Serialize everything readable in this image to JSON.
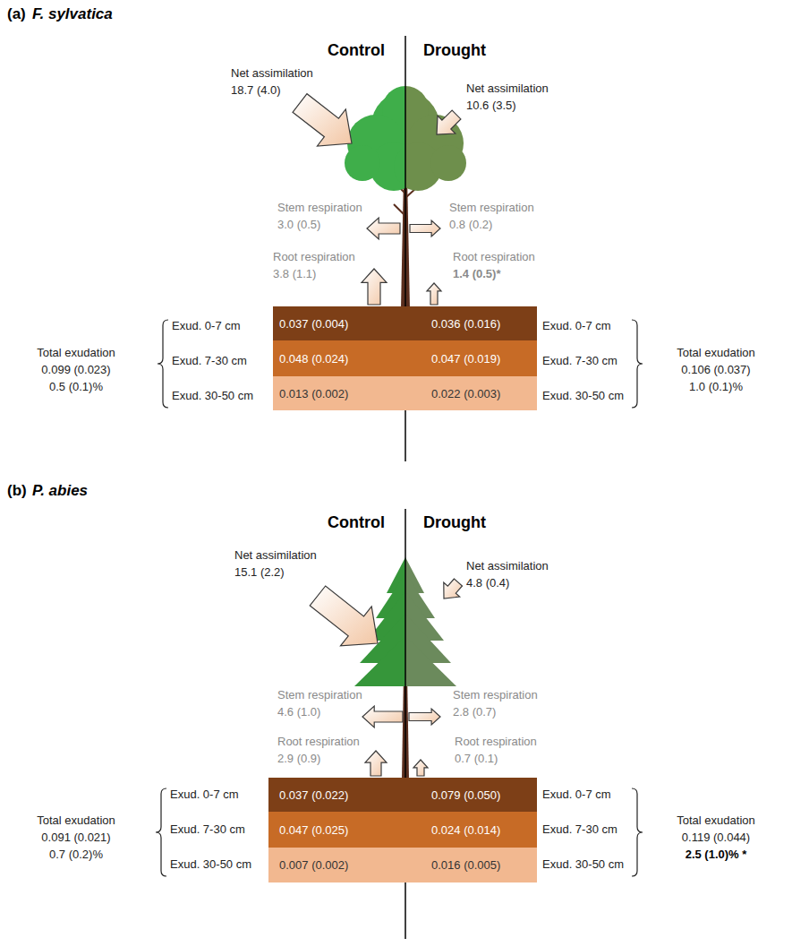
{
  "diagram": {
    "nodes": [
      {
        "text": [
          "0.037 (0.004)",
          "0.036 (0.016)"
        ]
      },
      {
        "text": [
          "0.048 (0.024)",
          "0.047 (0.019)"
        ]
      },
      {
        "text": [
          "0.013 (0.002)",
          "0.022 (0.003)"
        ]
      },
      {
        "text": [
          "0.037 (0.022)",
          "0.079 (0.050)"
        ]
      },
      {
        "text": [
          "0.047 (0.025)",
          "0.024 (0.014)"
        ]
      },
      {
        "text": [
          "0.007 (0.002)",
          "0.016 (0.005)"
        ]
      }
    ],
    "labels": [
      "(a)",
      "F. sylvatica",
      "Control",
      "Drought",
      "Net assimilation",
      "18.7 (4.0)",
      "Net assimilation",
      "10.6 (3.5)",
      "Stem respiration",
      "3.0 (0.5)",
      "Stem respiration",
      "0.8 (0.2)",
      "Root respiration",
      "3.8 (1.1)",
      "Root respiration",
      "1.4 (0.5)*",
      "Exud. 0-7 cm",
      "Exud. 7-30 cm",
      "Exud. 30-50 cm",
      "Total exudation",
      "0.099 (0.023)",
      "0.5 (0.1)%",
      "Exud. 0-7 cm",
      "Exud. 7-30 cm",
      "Exud. 30-50 cm",
      "Total exudation",
      "0.106 (0.037)",
      "1.0 (0.1)%",
      "(b)",
      "P. abies",
      "Control",
      "Drought",
      "Net assimilation",
      "15.1 (2.2)",
      "Net assimilation",
      "4.8 (0.4)",
      "Stem respiration",
      "4.6 (1.0)",
      "Stem respiration",
      "2.8 (0.7)",
      "Root respiration",
      "2.9 (0.9)",
      "Root respiration",
      "0.7 (0.1)",
      "Exud. 0-7 cm",
      "Exud. 7-30 cm",
      "Exud. 30-50 cm",
      "Total exudation",
      "0.091 (0.021)",
      "0.7 (0.2)%",
      "Exud. 0-7 cm",
      "Exud. 7-30 cm",
      "Exud. 30-50 cm",
      "Total exudation",
      "0.119 (0.044)",
      "2.5 (1.0)% *"
    ]
  }
}
